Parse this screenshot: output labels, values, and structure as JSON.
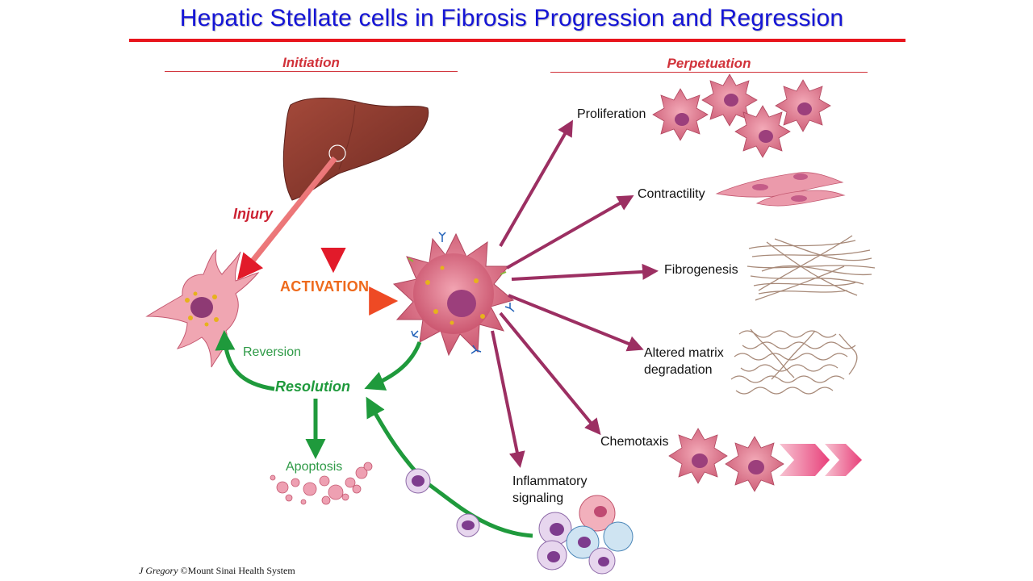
{
  "title": "Hepatic Stellate cells in Fibrosis Progression and Regression",
  "sections": {
    "initiation": "Initiation",
    "perpetuation": "Perpetuation"
  },
  "labels": {
    "injury": "Injury",
    "activation": "ACTIVATION",
    "reversion": "Reversion",
    "resolution": "Resolution",
    "apoptosis": "Apoptosis",
    "proliferation": "Proliferation",
    "contractility": "Contractility",
    "fibrogenesis": "Fibrogenesis",
    "altered_matrix_1": "Altered matrix",
    "altered_matrix_2": "degradation",
    "chemotaxis": "Chemotaxis",
    "inflammatory_1": "Inflammatory",
    "inflammatory_2": "signaling"
  },
  "credit": {
    "author": "J Gregory",
    "org": " ©Mount Sinai Health System"
  },
  "colors": {
    "title": "#1515d6",
    "title_rule": "#e8141c",
    "section": "#d1323a",
    "injury": "#cc2233",
    "activation": "#ee6a1c",
    "resolution": "#1f9a3c",
    "perpetuation_arrow": "#9c2f62",
    "cell": "#e07a8e"
  }
}
